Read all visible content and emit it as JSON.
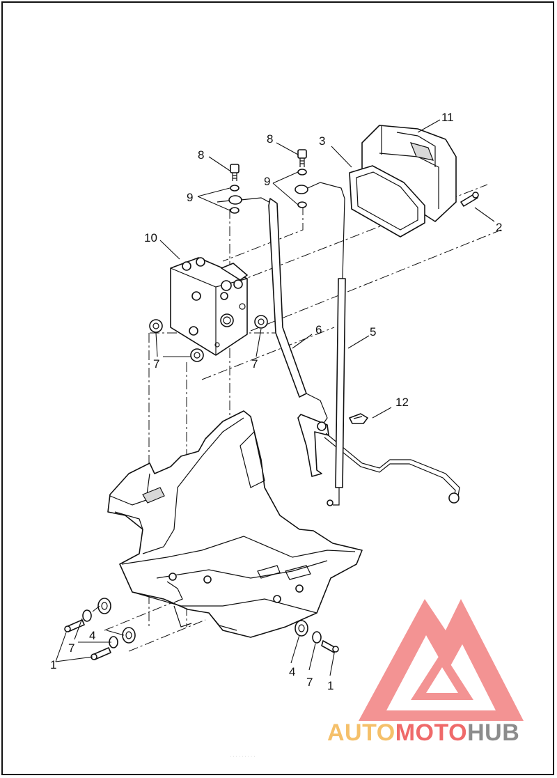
{
  "callouts": [
    {
      "label": "1"
    },
    {
      "label": "1"
    },
    {
      "label": "2"
    },
    {
      "label": "3"
    },
    {
      "label": "4"
    },
    {
      "label": "4"
    },
    {
      "label": "5"
    },
    {
      "label": "6"
    },
    {
      "label": "7"
    },
    {
      "label": "7"
    },
    {
      "label": "7"
    },
    {
      "label": "7"
    },
    {
      "label": "8"
    },
    {
      "label": "8"
    },
    {
      "label": "9"
    },
    {
      "label": "9"
    },
    {
      "label": "10"
    },
    {
      "label": "11"
    },
    {
      "label": "12"
    }
  ],
  "watermark": {
    "part1": "AUTO",
    "part2": "MOTO",
    "part3": "HUB",
    "color_orange": "#f5c06a",
    "color_red": "#ef6a6a",
    "color_gray": "#8c8c8c"
  },
  "footer_code": "· · · · · · · · ·"
}
